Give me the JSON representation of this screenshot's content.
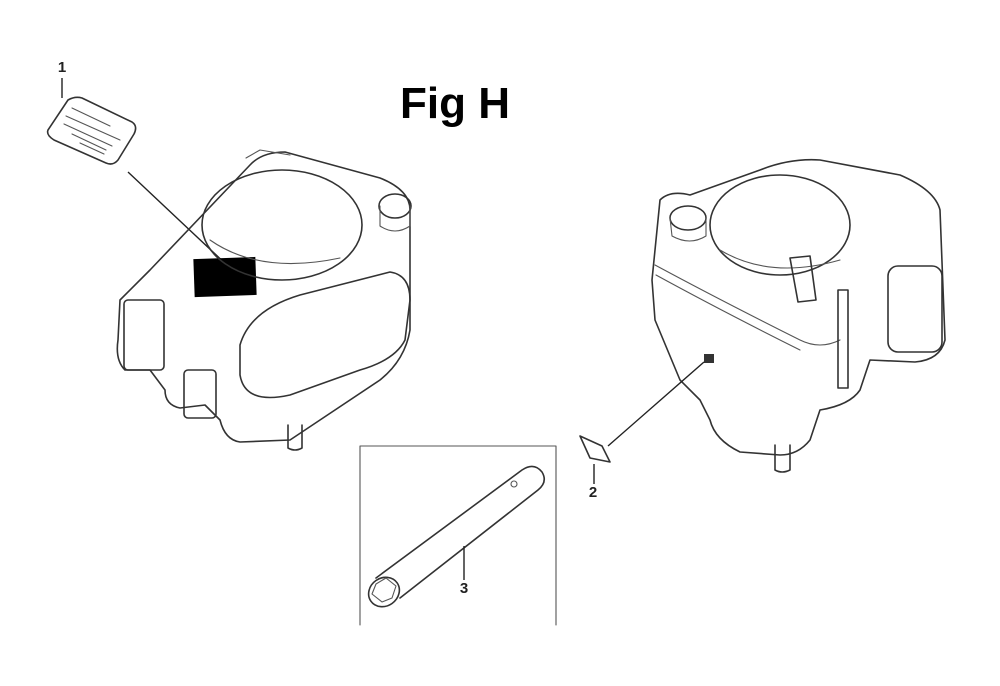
{
  "figure": {
    "title": "Fig H"
  },
  "callouts": [
    {
      "id": "1",
      "label": "1"
    },
    {
      "id": "2",
      "label": "2"
    },
    {
      "id": "3",
      "label": "3"
    }
  ],
  "parts": {
    "label_decal": {
      "callout": "1"
    },
    "vent_tag": {
      "callout": "2"
    },
    "spark_plug_wrench": {
      "callout": "3"
    }
  }
}
